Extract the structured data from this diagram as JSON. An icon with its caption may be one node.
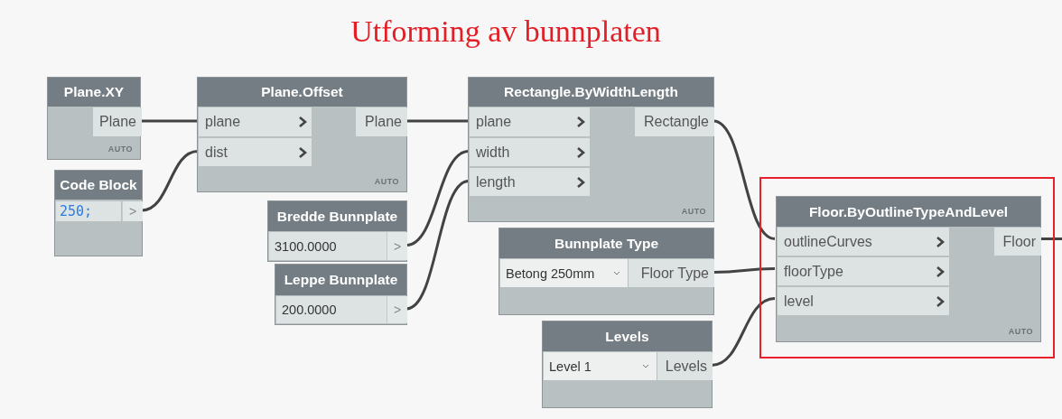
{
  "diagram": {
    "title": "Utforming av bunnplaten",
    "nodes": [
      {
        "text": [
          "Plane.XY",
          "AUTO"
        ]
      },
      {
        "text": [
          "Plane"
        ],
        "in": 0
      },
      {
        "text": [
          "Code Block"
        ]
      },
      {
        "text": [
          "250;"
        ],
        "in": 2
      },
      {
        "text": [
          ">"
        ],
        "in": 2
      },
      {
        "text": [
          "Plane.Offset",
          "AUTO"
        ]
      },
      {
        "text": [
          "plane"
        ],
        "in": 5
      },
      {
        "text": [
          "dist"
        ],
        "in": 5
      },
      {
        "text": [
          "Plane"
        ],
        "in": 5
      },
      {
        "text": [
          "Bredde Bunnplate"
        ]
      },
      {
        "text": [
          "3100.0000"
        ],
        "in": 9
      },
      {
        "text": [
          ">"
        ],
        "in": 9
      },
      {
        "text": [
          "Leppe Bunnplate"
        ]
      },
      {
        "text": [
          "200.0000"
        ],
        "in": 12
      },
      {
        "text": [
          ">"
        ],
        "in": 12
      },
      {
        "text": [
          "Rectangle.ByWidthLength",
          "AUTO"
        ]
      },
      {
        "text": [
          "plane"
        ],
        "in": 15
      },
      {
        "text": [
          "width"
        ],
        "in": 15
      },
      {
        "text": [
          "length"
        ],
        "in": 15
      },
      {
        "text": [
          "Rectangle"
        ],
        "in": 15
      },
      {
        "text": [
          "Bunnplate Type"
        ]
      },
      {
        "text": [
          "Betong 250mm"
        ],
        "in": 20
      },
      {
        "text": [
          "Floor Type"
        ],
        "in": 20
      },
      {
        "text": [
          "Levels"
        ]
      },
      {
        "text": [
          "Level 1"
        ],
        "in": 23
      },
      {
        "text": [
          "Levels"
        ],
        "in": 23
      },
      {
        "text": [],
        "shape": "box"
      },
      {
        "text": [
          "Floor.ByOutlineTypeAndLevel",
          "AUTO"
        ],
        "in": 26
      },
      {
        "text": [
          "outlineCurves"
        ],
        "in": 27
      },
      {
        "text": [
          "floorType"
        ],
        "in": 27
      },
      {
        "text": [
          "level"
        ],
        "in": 27
      },
      {
        "text": [
          "Floor"
        ],
        "in": 27
      }
    ],
    "edges": [
      {
        "from": 1,
        "to": 6,
        "arrow": "none"
      },
      {
        "from": 4,
        "to": 7,
        "arrow": "none"
      },
      {
        "from": 8,
        "to": 16,
        "arrow": "none"
      },
      {
        "from": 11,
        "to": 17,
        "arrow": "none"
      },
      {
        "from": 14,
        "to": 18,
        "arrow": "none"
      },
      {
        "from": 19,
        "to": 28,
        "arrow": "none"
      },
      {
        "from": 22,
        "to": 29,
        "arrow": "none"
      },
      {
        "from": 25,
        "to": 30,
        "arrow": "none"
      },
      {
        "from": 31,
        "to": null,
        "arrow": "none"
      }
    ]
  }
}
